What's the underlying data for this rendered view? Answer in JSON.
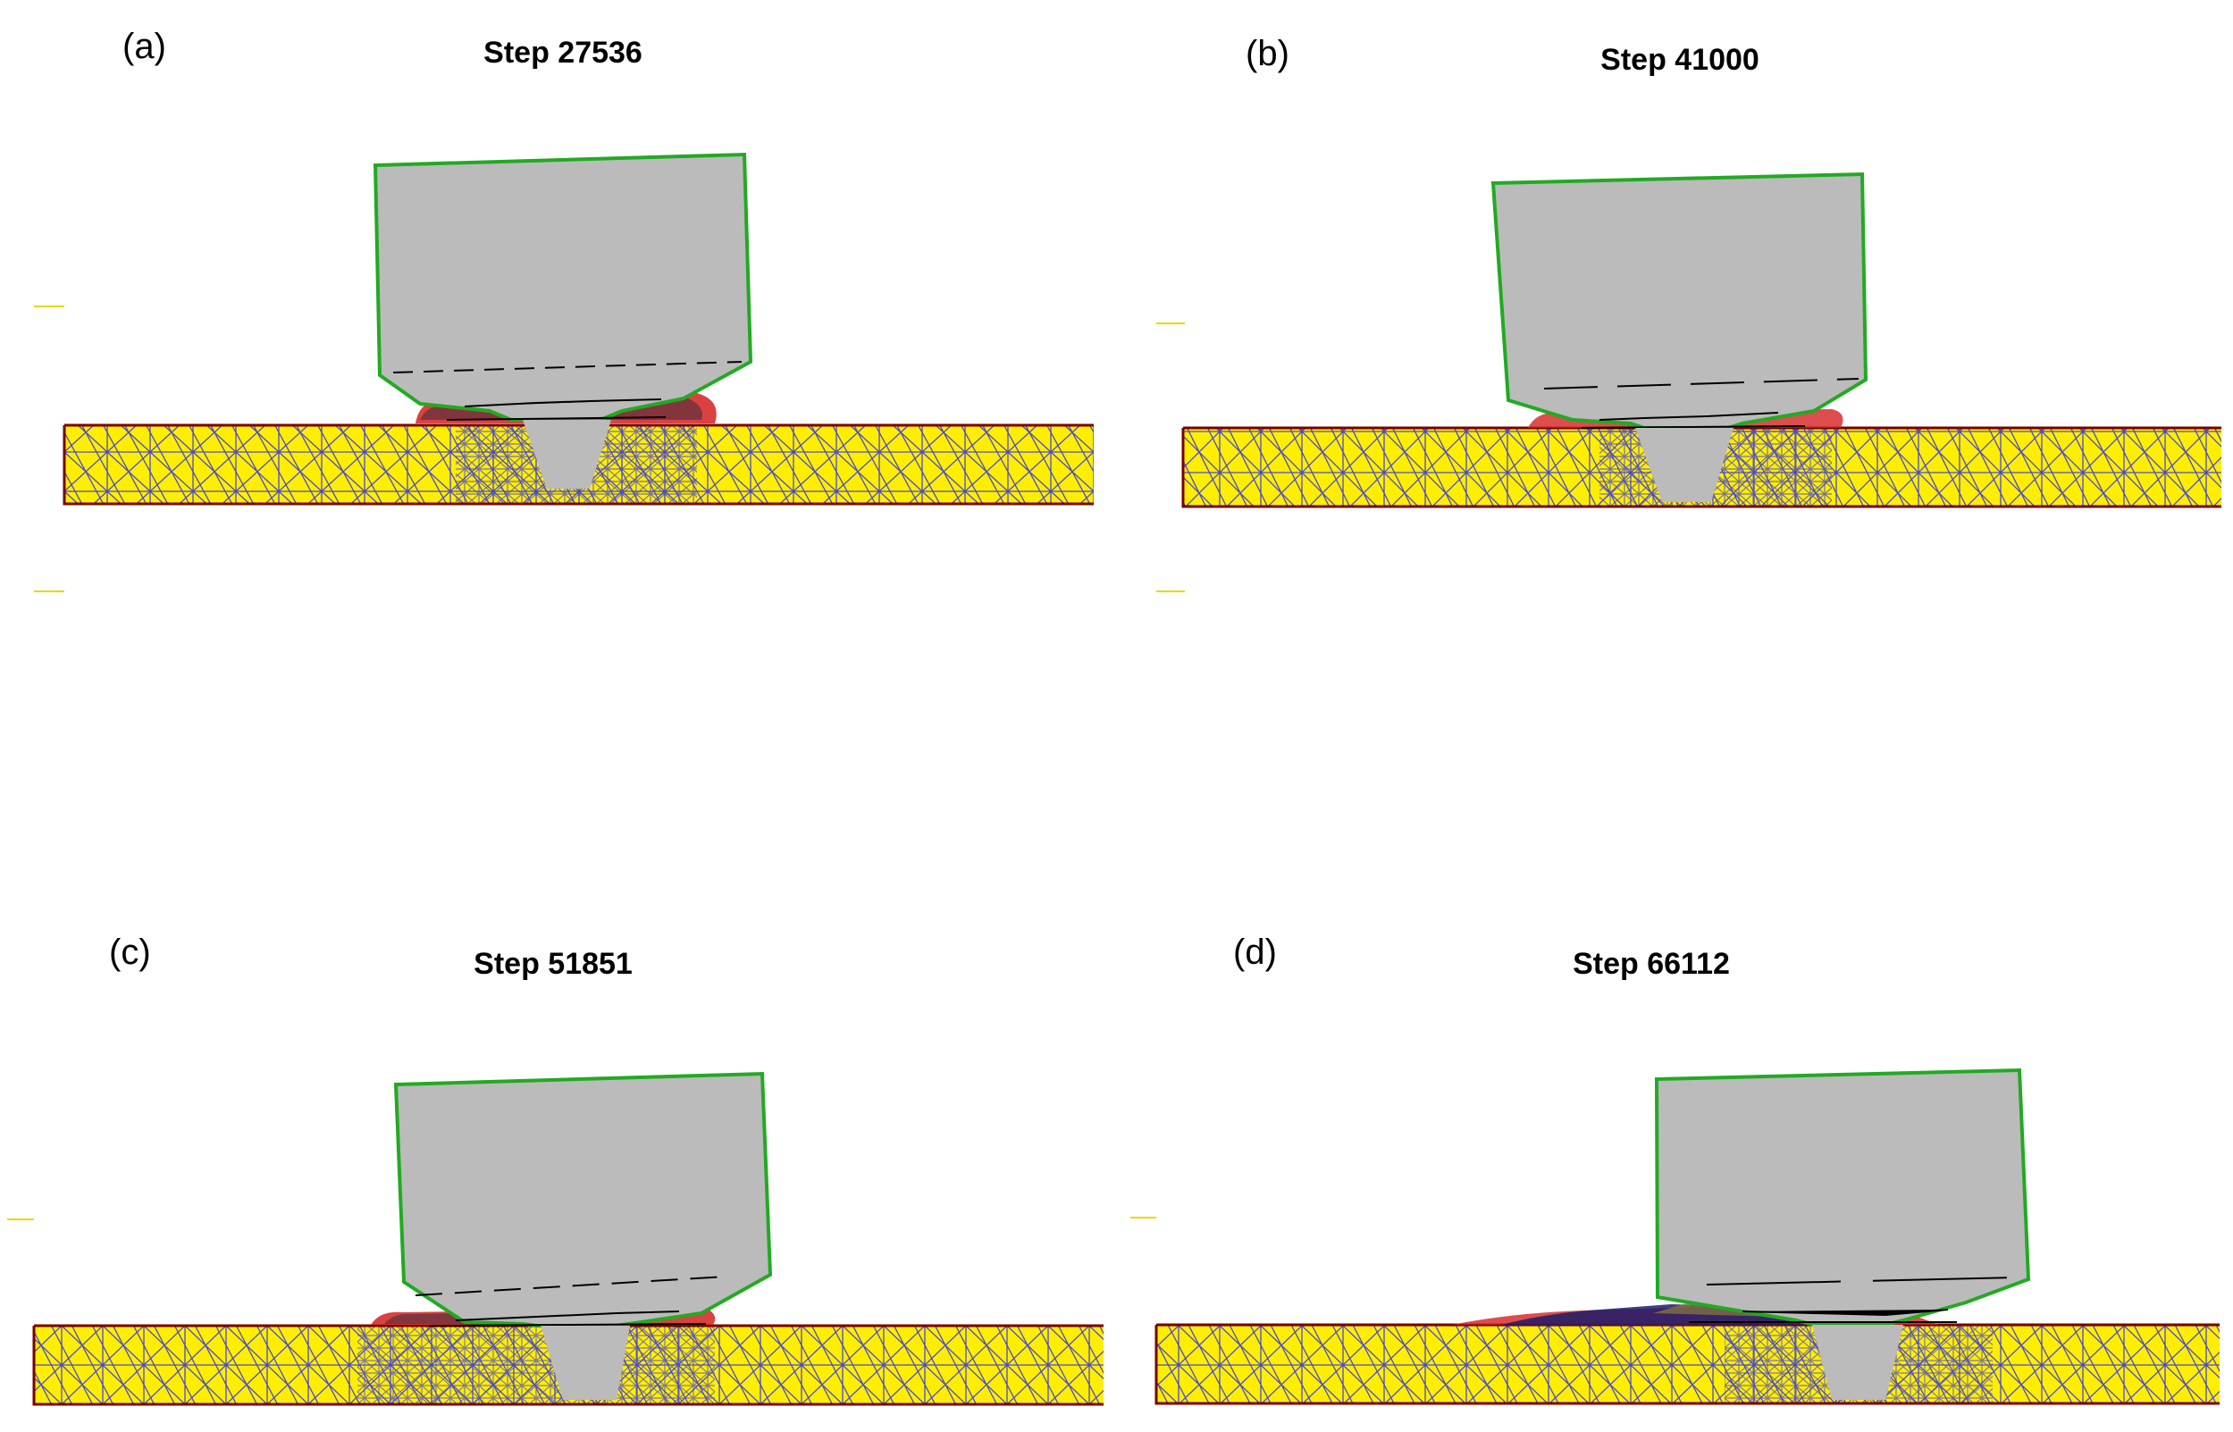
{
  "panels": [
    {
      "label": "(a)",
      "title": "Step 27536"
    },
    {
      "label": "(b)",
      "title": "Step 41000"
    },
    {
      "label": "(c)",
      "title": "Step 51851"
    },
    {
      "label": "(d)",
      "title": "Step 66112"
    }
  ],
  "colors": {
    "workpiece_fill": "#ffee00",
    "mesh_lines": "#4a4acc",
    "workpiece_border": "#7a0000",
    "tool_fill": "#bbbbbb",
    "tool_outline": "#22aa22",
    "chip_red": "#d42020",
    "chip_dark": "#1c1c6a"
  }
}
